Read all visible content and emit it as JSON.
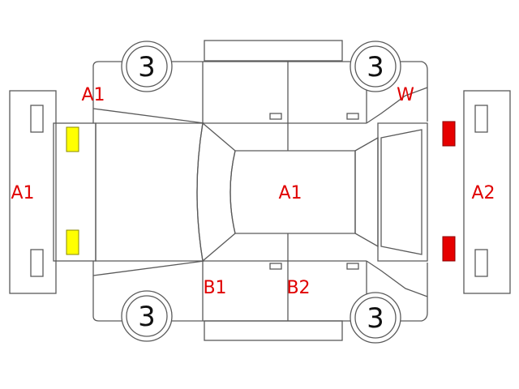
{
  "colors": {
    "line": "#5a5a5a",
    "damage_text": "#e00000",
    "tire_text": "#111111",
    "front_lamp_fill": "#ffff00",
    "front_lamp_stroke": "#8a8a00",
    "rear_lamp_fill": "#e60000",
    "rear_lamp_stroke": "#8a0000"
  },
  "tires": {
    "front_left": "3",
    "rear_left": "3",
    "front_right": "3",
    "rear_right": "3"
  },
  "marks": {
    "front_left_fender": "A1",
    "rear_left_fender": "W",
    "front_bumper": "A1",
    "roof": "A1",
    "rear_bumper": "A2",
    "front_right_door": "B1",
    "rear_right_door": "B2"
  }
}
